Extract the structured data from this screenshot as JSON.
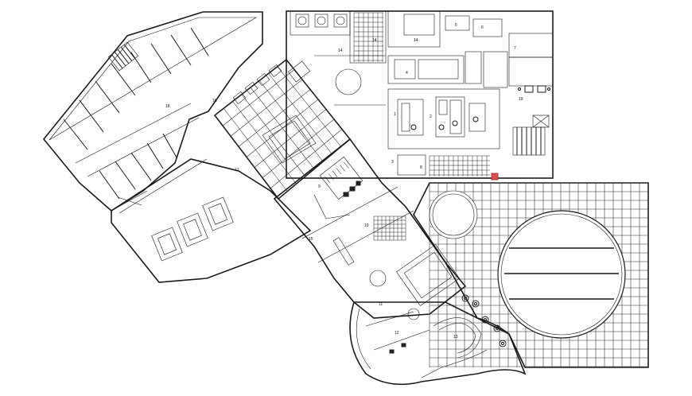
{
  "drawing": {
    "accent_color": "#e05050",
    "line_color": "#1a1a1a",
    "background": "#ffffff"
  },
  "room_labels": {
    "r1": "1",
    "r2": "2",
    "r3": "3",
    "r4": "4",
    "r5": "5",
    "r6": "6",
    "r7": "7",
    "r8": "8",
    "r9": "9",
    "r10": "10",
    "r11": "11",
    "r12": "12",
    "r13": "13",
    "r14": "14",
    "r14b": "14",
    "r14c": "14",
    "r15": "15",
    "r16": "16",
    "r17": "17",
    "r18": "18",
    "r19": "19"
  }
}
